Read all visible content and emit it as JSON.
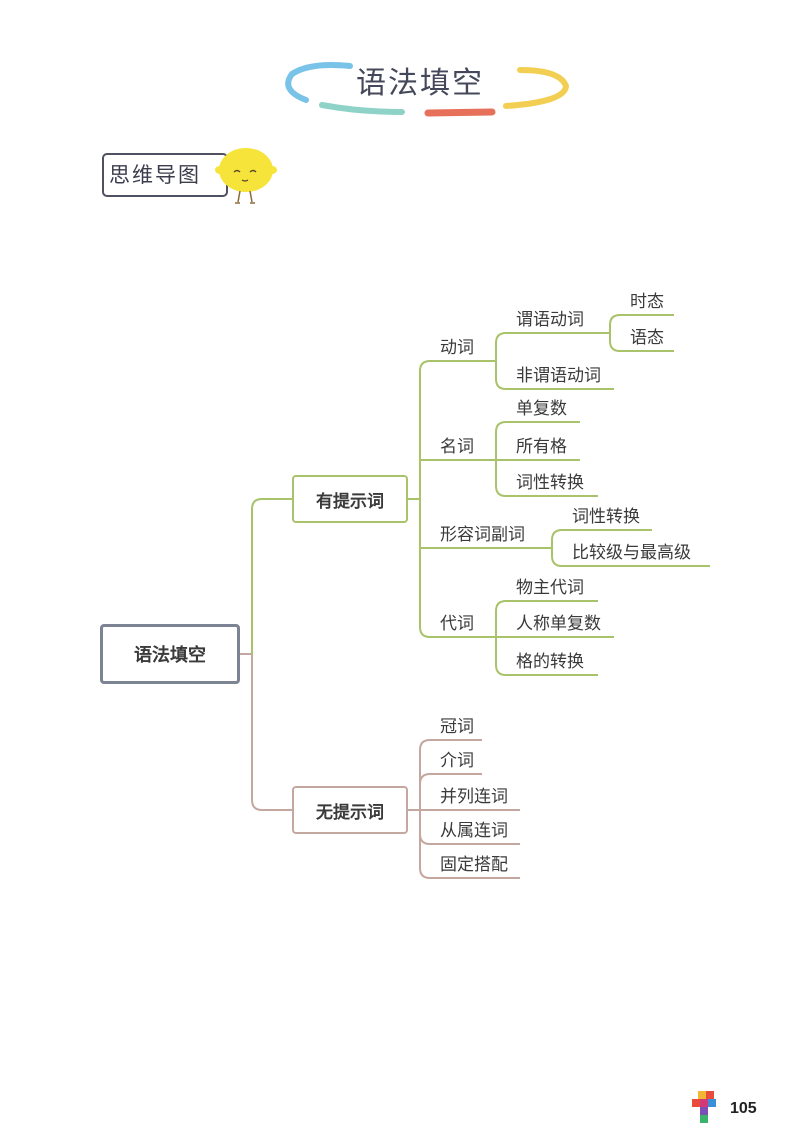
{
  "title": "语法填空",
  "section_label": "思维导图",
  "colors": {
    "hint_branch": "#a9c36b",
    "nohint_branch": "#c4a8a0",
    "root_border": "#7c8494",
    "arc_blue": "#79c3e8",
    "arc_teal": "#8fd2c8",
    "arc_red": "#e7705a",
    "arc_yellow": "#f2cf52"
  },
  "mindmap": {
    "root": "语法填空",
    "branches": [
      {
        "label": "有提示词",
        "children": [
          {
            "label": "动词",
            "children": [
              {
                "label": "谓语动词",
                "children": [
                  {
                    "label": "时态"
                  },
                  {
                    "label": "语态"
                  }
                ]
              },
              {
                "label": "非谓语动词"
              }
            ]
          },
          {
            "label": "名词",
            "children": [
              {
                "label": "单复数"
              },
              {
                "label": "所有格"
              },
              {
                "label": "词性转换"
              }
            ]
          },
          {
            "label": "形容词副词",
            "children": [
              {
                "label": "词性转换"
              },
              {
                "label": "比较级与最高级"
              }
            ]
          },
          {
            "label": "代词",
            "children": [
              {
                "label": "物主代词"
              },
              {
                "label": "人称单复数"
              },
              {
                "label": "格的转换"
              }
            ]
          }
        ]
      },
      {
        "label": "无提示词",
        "children": [
          {
            "label": "冠词"
          },
          {
            "label": "介词"
          },
          {
            "label": "并列连词"
          },
          {
            "label": "从属连词"
          },
          {
            "label": "固定搭配"
          }
        ]
      }
    ]
  },
  "page_number": "105",
  "icons": {
    "mascot": "lemon-mascot-icon",
    "page_logo": "brand-logo-icon"
  }
}
